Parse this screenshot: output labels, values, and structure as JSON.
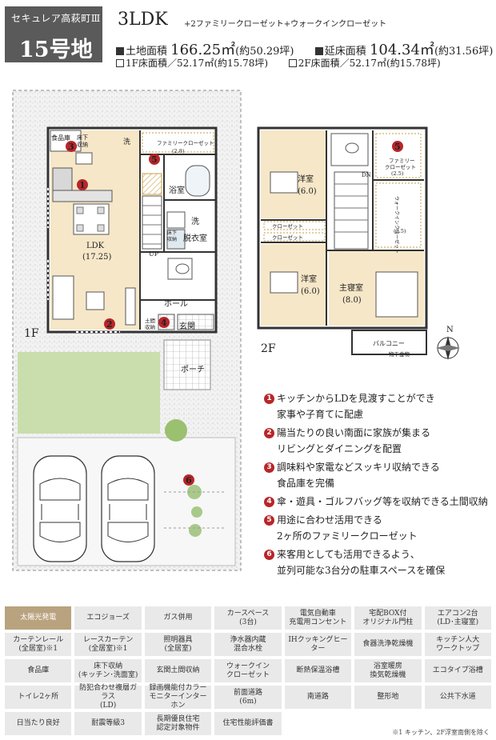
{
  "header": {
    "series": "セキュレア高萩町Ⅲ",
    "lot": "15号地",
    "layout": "3LDK",
    "layout_sub": "+2ファミリークローゼット+ウォークインクローゼット",
    "land_label": "土地面積",
    "land_value": "166.25㎡",
    "land_tsubo": "(約50.29坪)",
    "floor_label": "延床面積",
    "floor_value": "104.34㎡",
    "floor_tsubo": "(約31.56坪)",
    "f1_text": "1F床面積／52.17㎡(約15.78坪)",
    "f2_text": "2F床面積／52.17㎡(約15.78坪)"
  },
  "plan": {
    "floor1_label": "1F",
    "floor2_label": "2F",
    "rooms_1f": {
      "pantry": "食品庫",
      "underfloor": "床下",
      "underfloor2": "収納",
      "wash": "洗",
      "family_closet": "ファミリークローゼット",
      "family_closet_size": "(2.8)",
      "bath": "浴室",
      "washing": "洗",
      "dressing": "脱衣室",
      "underfloor_b": "床下",
      "underfloor_b2": "収納",
      "ldk": "LDK",
      "ldk_size": "(17.25)",
      "up": "UP",
      "hall": "ホール",
      "doma_storage": "土間",
      "doma_storage2": "収納",
      "entrance": "玄関",
      "porch": "ポーチ"
    },
    "rooms_2f": {
      "room1": "洋室",
      "room1_size": "(6.0)",
      "dn": "DN",
      "family_closet": "ファミリー",
      "family_closet2": "クローゼット",
      "family_closet_size": "(2.5)",
      "wic": "ウォークインクローゼット",
      "wic_size": "(2.5)",
      "closet1": "クローゼット",
      "closet2": "クローゼット",
      "room2": "洋室",
      "room2_size": "(6.0)",
      "master": "主寝室",
      "master_size": "(8.0)",
      "balcony": "バルコニー",
      "dryer": "物干金物"
    },
    "markers": [
      "1",
      "2",
      "3",
      "4",
      "5",
      "6"
    ],
    "compass_label": "N"
  },
  "points": [
    {
      "num": "1",
      "line1": "キッチンからLDを見渡すことができ",
      "line2": "家事や子育てに配慮"
    },
    {
      "num": "2",
      "line1": "陽当たりの良い南面に家族が集まる",
      "line2": "リビングとダイニングを配置"
    },
    {
      "num": "3",
      "line1": "調味料や家電などスッキリ収納できる",
      "line2": "食品庫を完備"
    },
    {
      "num": "4",
      "line1": "傘・遊具・ゴルフバッグ等を収納できる土間収納",
      "line2": ""
    },
    {
      "num": "5",
      "line1": "用途に合わせ活用できる",
      "line2": "2ヶ所のファミリークローゼット"
    },
    {
      "num": "6",
      "line1": "来客用としても活用できるよう、",
      "line2": "並列可能な3台分の駐車スペースを確保"
    }
  ],
  "equipment": [
    {
      "l1": "太陽光発電",
      "l2": "",
      "hl": true
    },
    {
      "l1": "エコジョーズ",
      "l2": ""
    },
    {
      "l1": "ガス併用",
      "l2": ""
    },
    {
      "l1": "カースペース",
      "l2": "(3台)"
    },
    {
      "l1": "電気自動車",
      "l2": "充電用コンセント"
    },
    {
      "l1": "宅配BOX付",
      "l2": "オリジナル門柱"
    },
    {
      "l1": "エアコン2台",
      "l2": "(LD･主寝室)"
    },
    {
      "l1": "カーテンレール",
      "l2": "(全居室)※1"
    },
    {
      "l1": "レースカーテン",
      "l2": "(全居室)※1"
    },
    {
      "l1": "照明器具",
      "l2": "(全居室)"
    },
    {
      "l1": "浄水器内蔵",
      "l2": "混合水栓"
    },
    {
      "l1": "IHクッキングヒーター",
      "l2": ""
    },
    {
      "l1": "食器洗浄乾燥機",
      "l2": ""
    },
    {
      "l1": "キッチン人大",
      "l2": "ワークトップ"
    },
    {
      "l1": "食品庫",
      "l2": ""
    },
    {
      "l1": "床下収納",
      "l2": "(キッチン･洗面室)"
    },
    {
      "l1": "玄関土間収納",
      "l2": ""
    },
    {
      "l1": "ウォークイン",
      "l2": "クローゼット"
    },
    {
      "l1": "断熱保温浴槽",
      "l2": ""
    },
    {
      "l1": "浴室暖房",
      "l2": "換気乾燥機"
    },
    {
      "l1": "エコタイプ浴槽",
      "l2": ""
    },
    {
      "l1": "トイレ2ヶ所",
      "l2": ""
    },
    {
      "l1": "防犯合わせ複層ガラス",
      "l2": "(LD)"
    },
    {
      "l1": "録画機能付カラー",
      "l2": "モニターインターホン"
    },
    {
      "l1": "前面道路",
      "l2": "(6m)"
    },
    {
      "l1": "南道路",
      "l2": ""
    },
    {
      "l1": "整形地",
      "l2": ""
    },
    {
      "l1": "公共下水道",
      "l2": ""
    },
    {
      "l1": "日当たり良好",
      "l2": ""
    },
    {
      "l1": "耐震等級3",
      "l2": ""
    },
    {
      "l1": "長期優良住宅",
      "l2": "認定対象物件"
    },
    {
      "l1": "住宅性能評価書",
      "l2": ""
    }
  ],
  "footnote": "※1 キッチン、2F浮室南側を除く"
}
